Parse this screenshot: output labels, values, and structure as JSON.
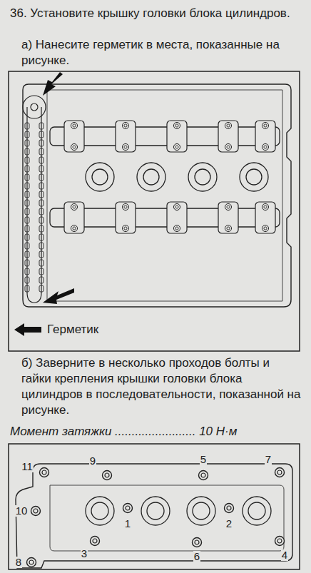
{
  "diagram": {
    "title": "36. Установите крышку головки блока цилиндров.",
    "labels": [
      "а) Нанесите герметик в места, показанные на рисунке.",
      "б) Заверните в несколько проходов болты и гайки крепления крышки головки блока цилиндров в последовательности, показанной на рисунке.",
      "Момент затяжки ........................ 10 Н·м",
      "11",
      "9",
      "5",
      "7",
      "10",
      "1",
      "2",
      "3",
      "6",
      "4",
      "8"
    ],
    "legend": [
      {
        "text": "Герметик"
      }
    ]
  }
}
